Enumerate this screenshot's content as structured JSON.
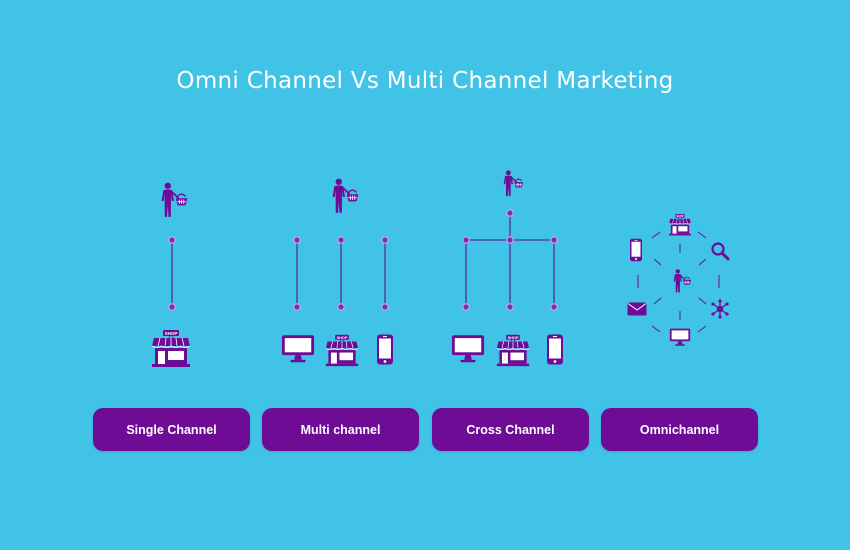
{
  "title": "Omni Channel Vs Multi Channel Marketing",
  "colors": {
    "background": "#41c3e8",
    "accent": "#6e0c96",
    "line": "#5a2ca0",
    "text": "#ffffff"
  },
  "channels": [
    {
      "label": "Single Channel",
      "icons": [
        "shopper-icon",
        "shop-icon"
      ]
    },
    {
      "label": "Multi channel",
      "icons": [
        "shopper-icon",
        "monitor-icon",
        "shop-icon",
        "phone-icon"
      ]
    },
    {
      "label": "Cross Channel",
      "icons": [
        "shopper-icon",
        "monitor-icon",
        "shop-icon",
        "phone-icon"
      ]
    },
    {
      "label": "Omnichannel",
      "icons": [
        "shop-icon",
        "phone-icon",
        "search-icon",
        "shopper-icon",
        "email-icon",
        "network-icon",
        "monitor-icon"
      ]
    }
  ]
}
